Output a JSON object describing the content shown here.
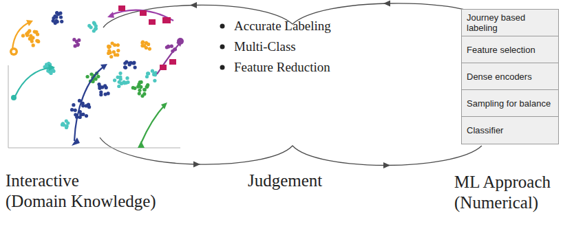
{
  "diagram": {
    "nodes": [
      {
        "text": [
          "Journey based labeling"
        ]
      },
      {
        "text": [
          "Feature selection"
        ]
      },
      {
        "text": [
          "Dense encoders"
        ]
      },
      {
        "text": [
          "Sampling for balance"
        ]
      },
      {
        "text": [
          "Classifier"
        ]
      }
    ],
    "labels": [
      "Accurate Labeling",
      "Multi-Class",
      "Feature Reduction",
      "Interactive (Domain Knowledge)",
      "Judgement",
      "ML Approach (Numerical)"
    ]
  }
}
